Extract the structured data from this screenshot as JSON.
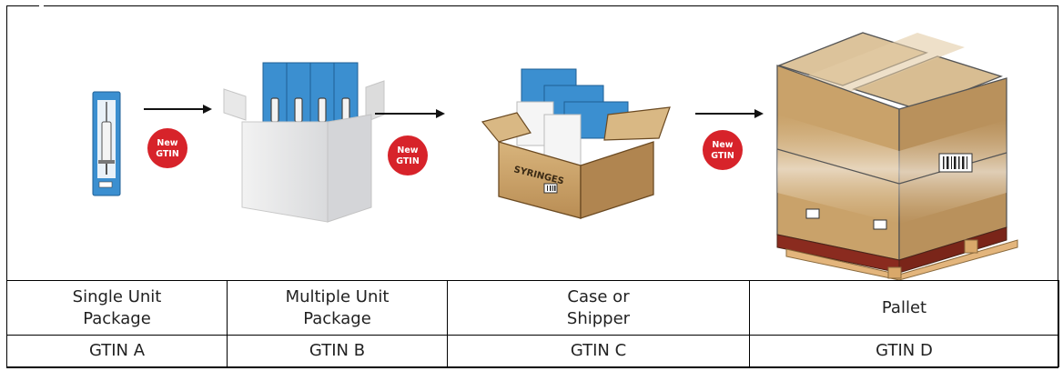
{
  "badges": [
    {
      "line1": "New",
      "line2": "GTIN"
    },
    {
      "line1": "New",
      "line2": "GTIN"
    },
    {
      "line1": "New",
      "line2": "GTIN"
    }
  ],
  "box_label": "SYRINGES",
  "colors": {
    "badge": "#d7232a",
    "label_blue": "#3b8fd0",
    "cardboard": "#c9a26a",
    "pallet_wood": "#e3b57c"
  },
  "packages": [
    {
      "name": "Single Unit Package",
      "name_line1": "Single Unit",
      "name_line2": "Package",
      "gtin": "GTIN A"
    },
    {
      "name": "Multiple Unit Package",
      "name_line1": "Multiple Unit",
      "name_line2": "Package",
      "gtin": "GTIN B"
    },
    {
      "name": "Case or Shipper",
      "name_line1": "Case or",
      "name_line2": "Shipper",
      "gtin": "GTIN C"
    },
    {
      "name": "Pallet",
      "name_line1": "Pallet",
      "name_line2": "",
      "gtin": "GTIN D"
    }
  ]
}
